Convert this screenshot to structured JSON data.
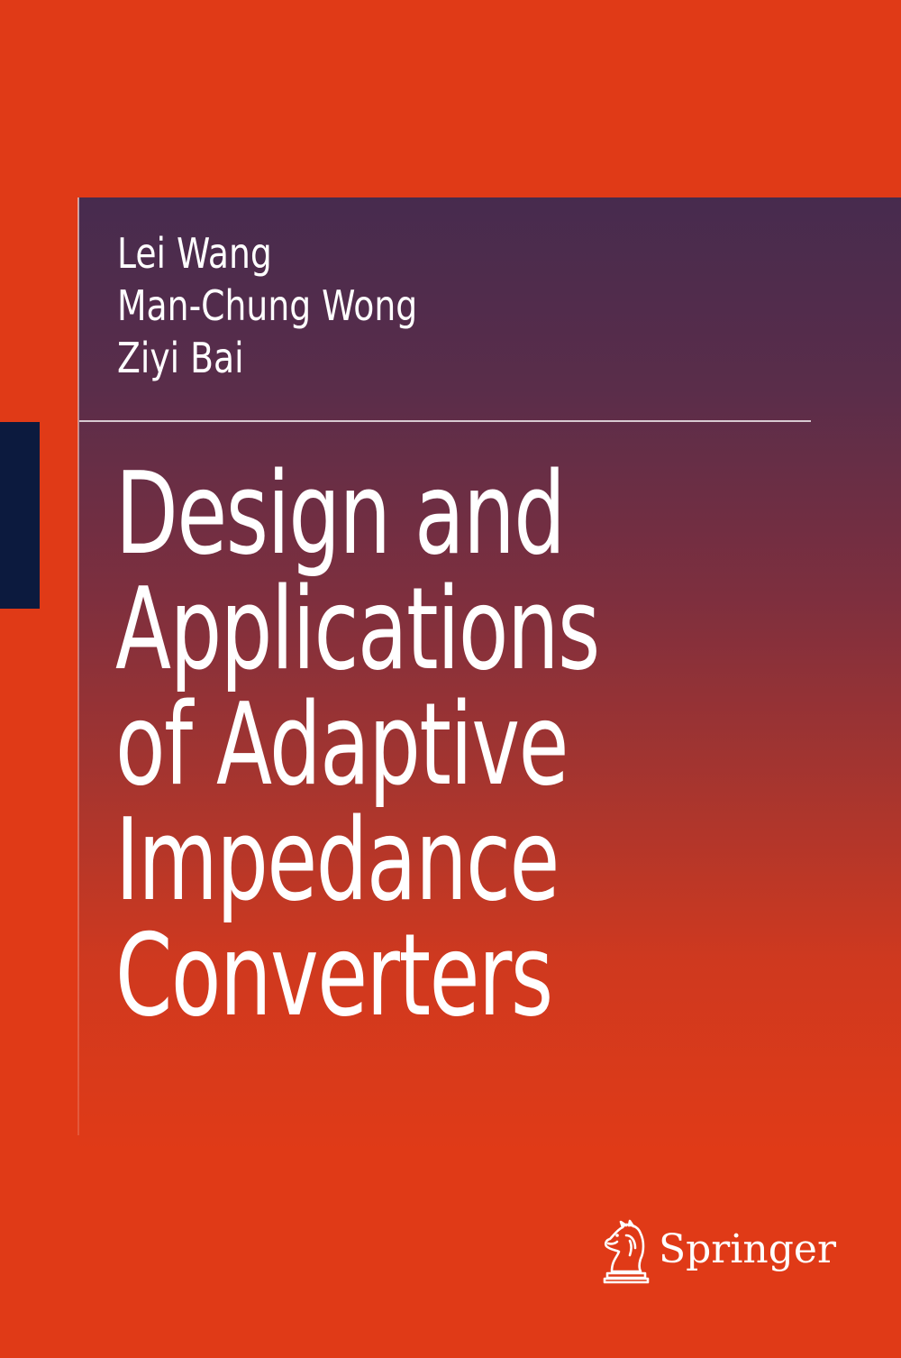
{
  "book": {
    "authors": [
      "Lei Wang",
      "Man-Chung Wong",
      "Ziyi Bai"
    ],
    "title_lines": [
      "Design and",
      "Applications",
      "of Adaptive",
      "Impedance",
      "Converters"
    ],
    "publisher": "Springer",
    "publisher_logo_icon": "chess-knight-icon"
  },
  "colors": {
    "background": "#e03a17",
    "panel_top": "#472b4e",
    "navy_tab": "#0c1a3e",
    "text": "#ffffff"
  }
}
